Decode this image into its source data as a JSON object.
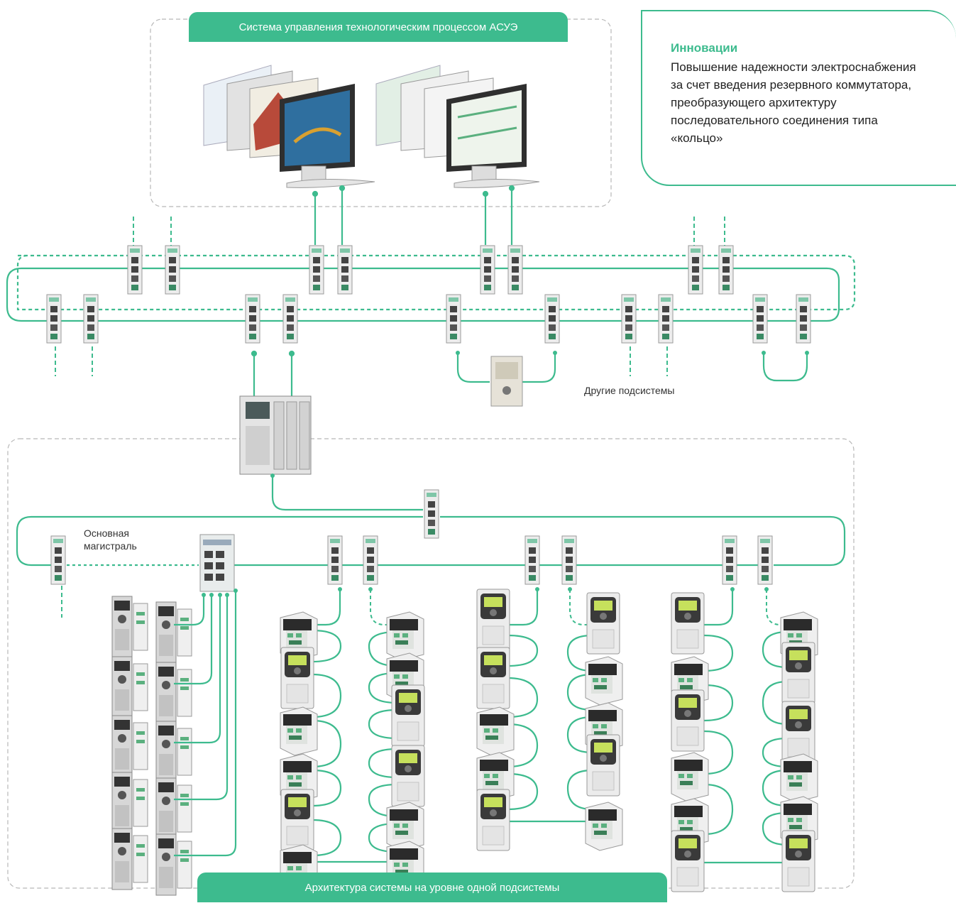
{
  "hmi_section": {
    "title": "Система управления технологическим процессом АСУЭ"
  },
  "innovation": {
    "heading": "Инновации",
    "text": "Повышение надежности электро­снабжения за счет введения резерв­ного коммутатора, преобразующего архитектуру последовательного сое­динения типа «кольцо»"
  },
  "labels": {
    "other_subsystems": "Другие подсистемы",
    "main_bus": "Основная магистраль"
  },
  "subsystem_section": {
    "title": "Архитектура системы на уровне одной подсистемы"
  },
  "colors": {
    "accent": "#3dbb8e",
    "frame": "#b8b8b8"
  }
}
